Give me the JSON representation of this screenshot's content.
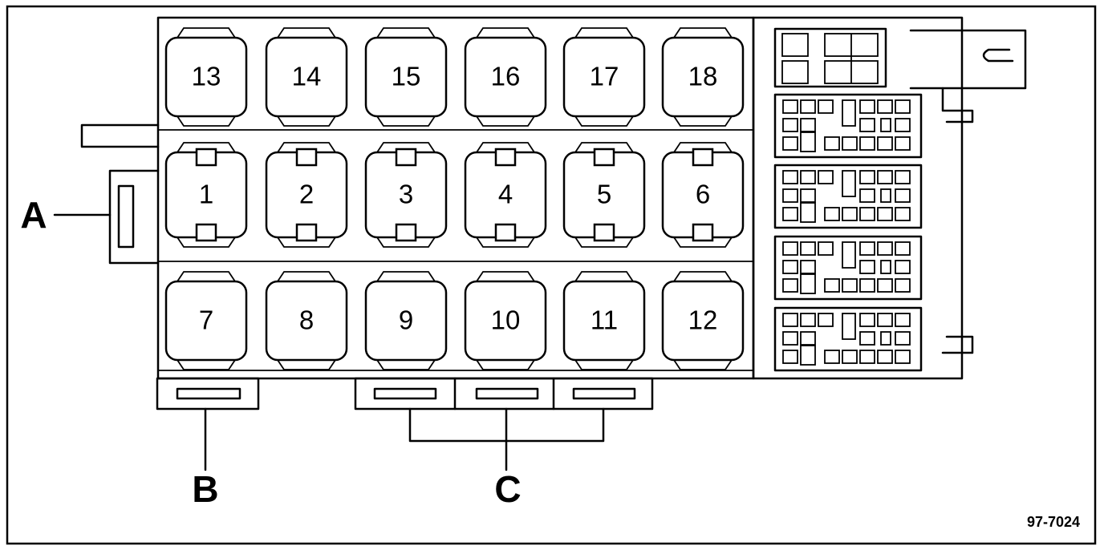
{
  "relays": {
    "top": [
      "13",
      "14",
      "15",
      "16",
      "17",
      "18"
    ],
    "middle": [
      "1",
      "2",
      "3",
      "4",
      "5",
      "6"
    ],
    "bottom": [
      "7",
      "8",
      "9",
      "10",
      "11",
      "12"
    ]
  },
  "callouts": {
    "a": "A",
    "b": "B",
    "c": "C"
  },
  "figure_number": "97-7024"
}
